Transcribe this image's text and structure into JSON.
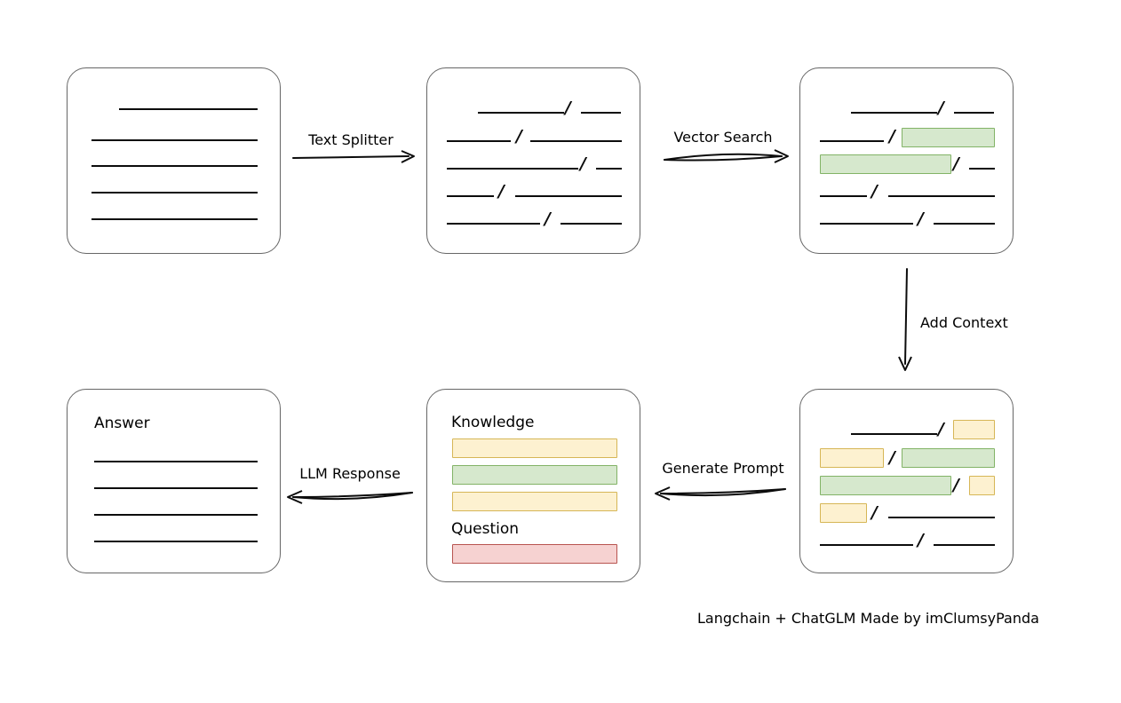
{
  "diagram": {
    "title": "Langchain + ChatGLM RAG pipeline",
    "caption": "Langchain + ChatGLM Made by imClumsyPanda",
    "colors": {
      "stroke": "#0c0c0c",
      "node_border": "#666666",
      "green_fill": "#d6e8cd",
      "green_border": "#82b366",
      "yellow_fill": "#fdf1d0",
      "yellow_border": "#d6b656",
      "red_fill": "#f6d2d1",
      "red_border": "#b85450"
    }
  },
  "nodes": {
    "source_document": {
      "name": "source-document",
      "label": "",
      "lines": 5
    },
    "split_chunks": {
      "name": "split-chunks",
      "label": "",
      "lines": 5
    },
    "retrieved_chunks": {
      "name": "retrieved-chunks",
      "label": "",
      "lines": 5,
      "highlight_count": 2
    },
    "context_chunks": {
      "name": "context-chunks",
      "label": "",
      "lines": 5,
      "highlight_count": 6
    },
    "prompt": {
      "name": "prompt",
      "knowledge_label": "Knowledge",
      "question_label": "Question",
      "knowledge_chips": 3,
      "question_chips": 1
    },
    "answer": {
      "name": "answer",
      "label": "Answer",
      "lines": 4
    }
  },
  "edges": [
    {
      "name": "text-splitter-edge",
      "label": "Text Splitter",
      "from": "source_document",
      "to": "split_chunks",
      "direction": "right"
    },
    {
      "name": "vector-search-edge",
      "label": "Vector Search",
      "from": "split_chunks",
      "to": "retrieved_chunks",
      "direction": "right"
    },
    {
      "name": "add-context-edge",
      "label": "Add Context",
      "from": "retrieved_chunks",
      "to": "context_chunks",
      "direction": "down"
    },
    {
      "name": "generate-prompt-edge",
      "label": "Generate Prompt",
      "from": "context_chunks",
      "to": "prompt",
      "direction": "left"
    },
    {
      "name": "llm-response-edge",
      "label": "LLM Response",
      "from": "prompt",
      "to": "answer",
      "direction": "left"
    }
  ],
  "labels": {
    "text_splitter": "Text Splitter",
    "vector_search": "Vector Search",
    "add_context": "Add Context",
    "generate_prompt": "Generate Prompt",
    "llm_response": "LLM Response",
    "knowledge": "Knowledge",
    "question": "Question",
    "answer": "Answer",
    "caption": "Langchain + ChatGLM Made by imClumsyPanda"
  },
  "slash": "/"
}
